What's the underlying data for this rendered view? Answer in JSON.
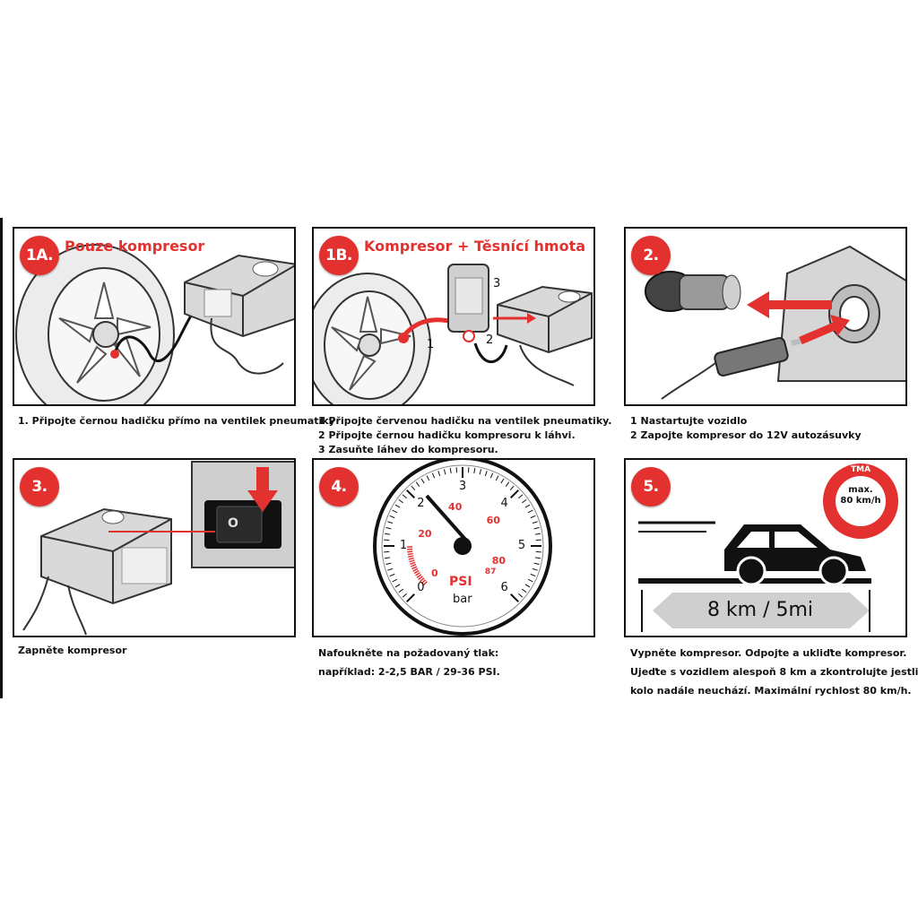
{
  "panels": {
    "p1a": {
      "badge": "1A.",
      "title": "Pouze kompresor",
      "caption": [
        "1. Připojte černou hadičku přímo na ventilek pneumatiky"
      ]
    },
    "p1b": {
      "badge": "1B.",
      "title": "Kompresor + Těsnící hmota",
      "labels": [
        "1",
        "2",
        "3"
      ],
      "caption": [
        "1 Připojte červenou hadičku na ventilek pneumatiky.",
        "2 Připojte černou hadičku kompresoru k láhvi.",
        "3 Zasuňte láhev do kompresoru."
      ]
    },
    "p2": {
      "badge": "2.",
      "caption": [
        "1 Nastartujte vozidlo",
        "2 Zapojte kompresor do 12V autozásuvky"
      ]
    },
    "p3": {
      "badge": "3.",
      "switch_label": "O",
      "caption": [
        "Zapněte kompresor"
      ]
    },
    "p4": {
      "badge": "4.",
      "bar_scale": [
        "0",
        "1",
        "2",
        "3",
        "4",
        "5",
        "6"
      ],
      "psi_scale": [
        "0",
        "20",
        "40",
        "60",
        "80",
        "87"
      ],
      "unit_psi": "PSI",
      "unit_bar": "bar",
      "caption": [
        "Nafoukněte na požadovaný tlak:",
        "například: 2-2,5 BAR / 29-36 PSI."
      ]
    },
    "p5": {
      "badge": "5.",
      "sign_top": "TMA",
      "sign_text": [
        "max.",
        "80 km/h"
      ],
      "distance": "8 km / 5mi",
      "caption": [
        "Vypněte kompresor. Odpojte a ukliďte kompresor.",
        "Ujeďte s vozidlem alespoň 8 km a zkontrolujte jestli",
        "kolo nadále neuchází. Maximální rychlost 80 km/h."
      ]
    }
  },
  "colors": {
    "accent": "#e3312f",
    "ink": "#111111",
    "device": "#d9d9d9"
  }
}
